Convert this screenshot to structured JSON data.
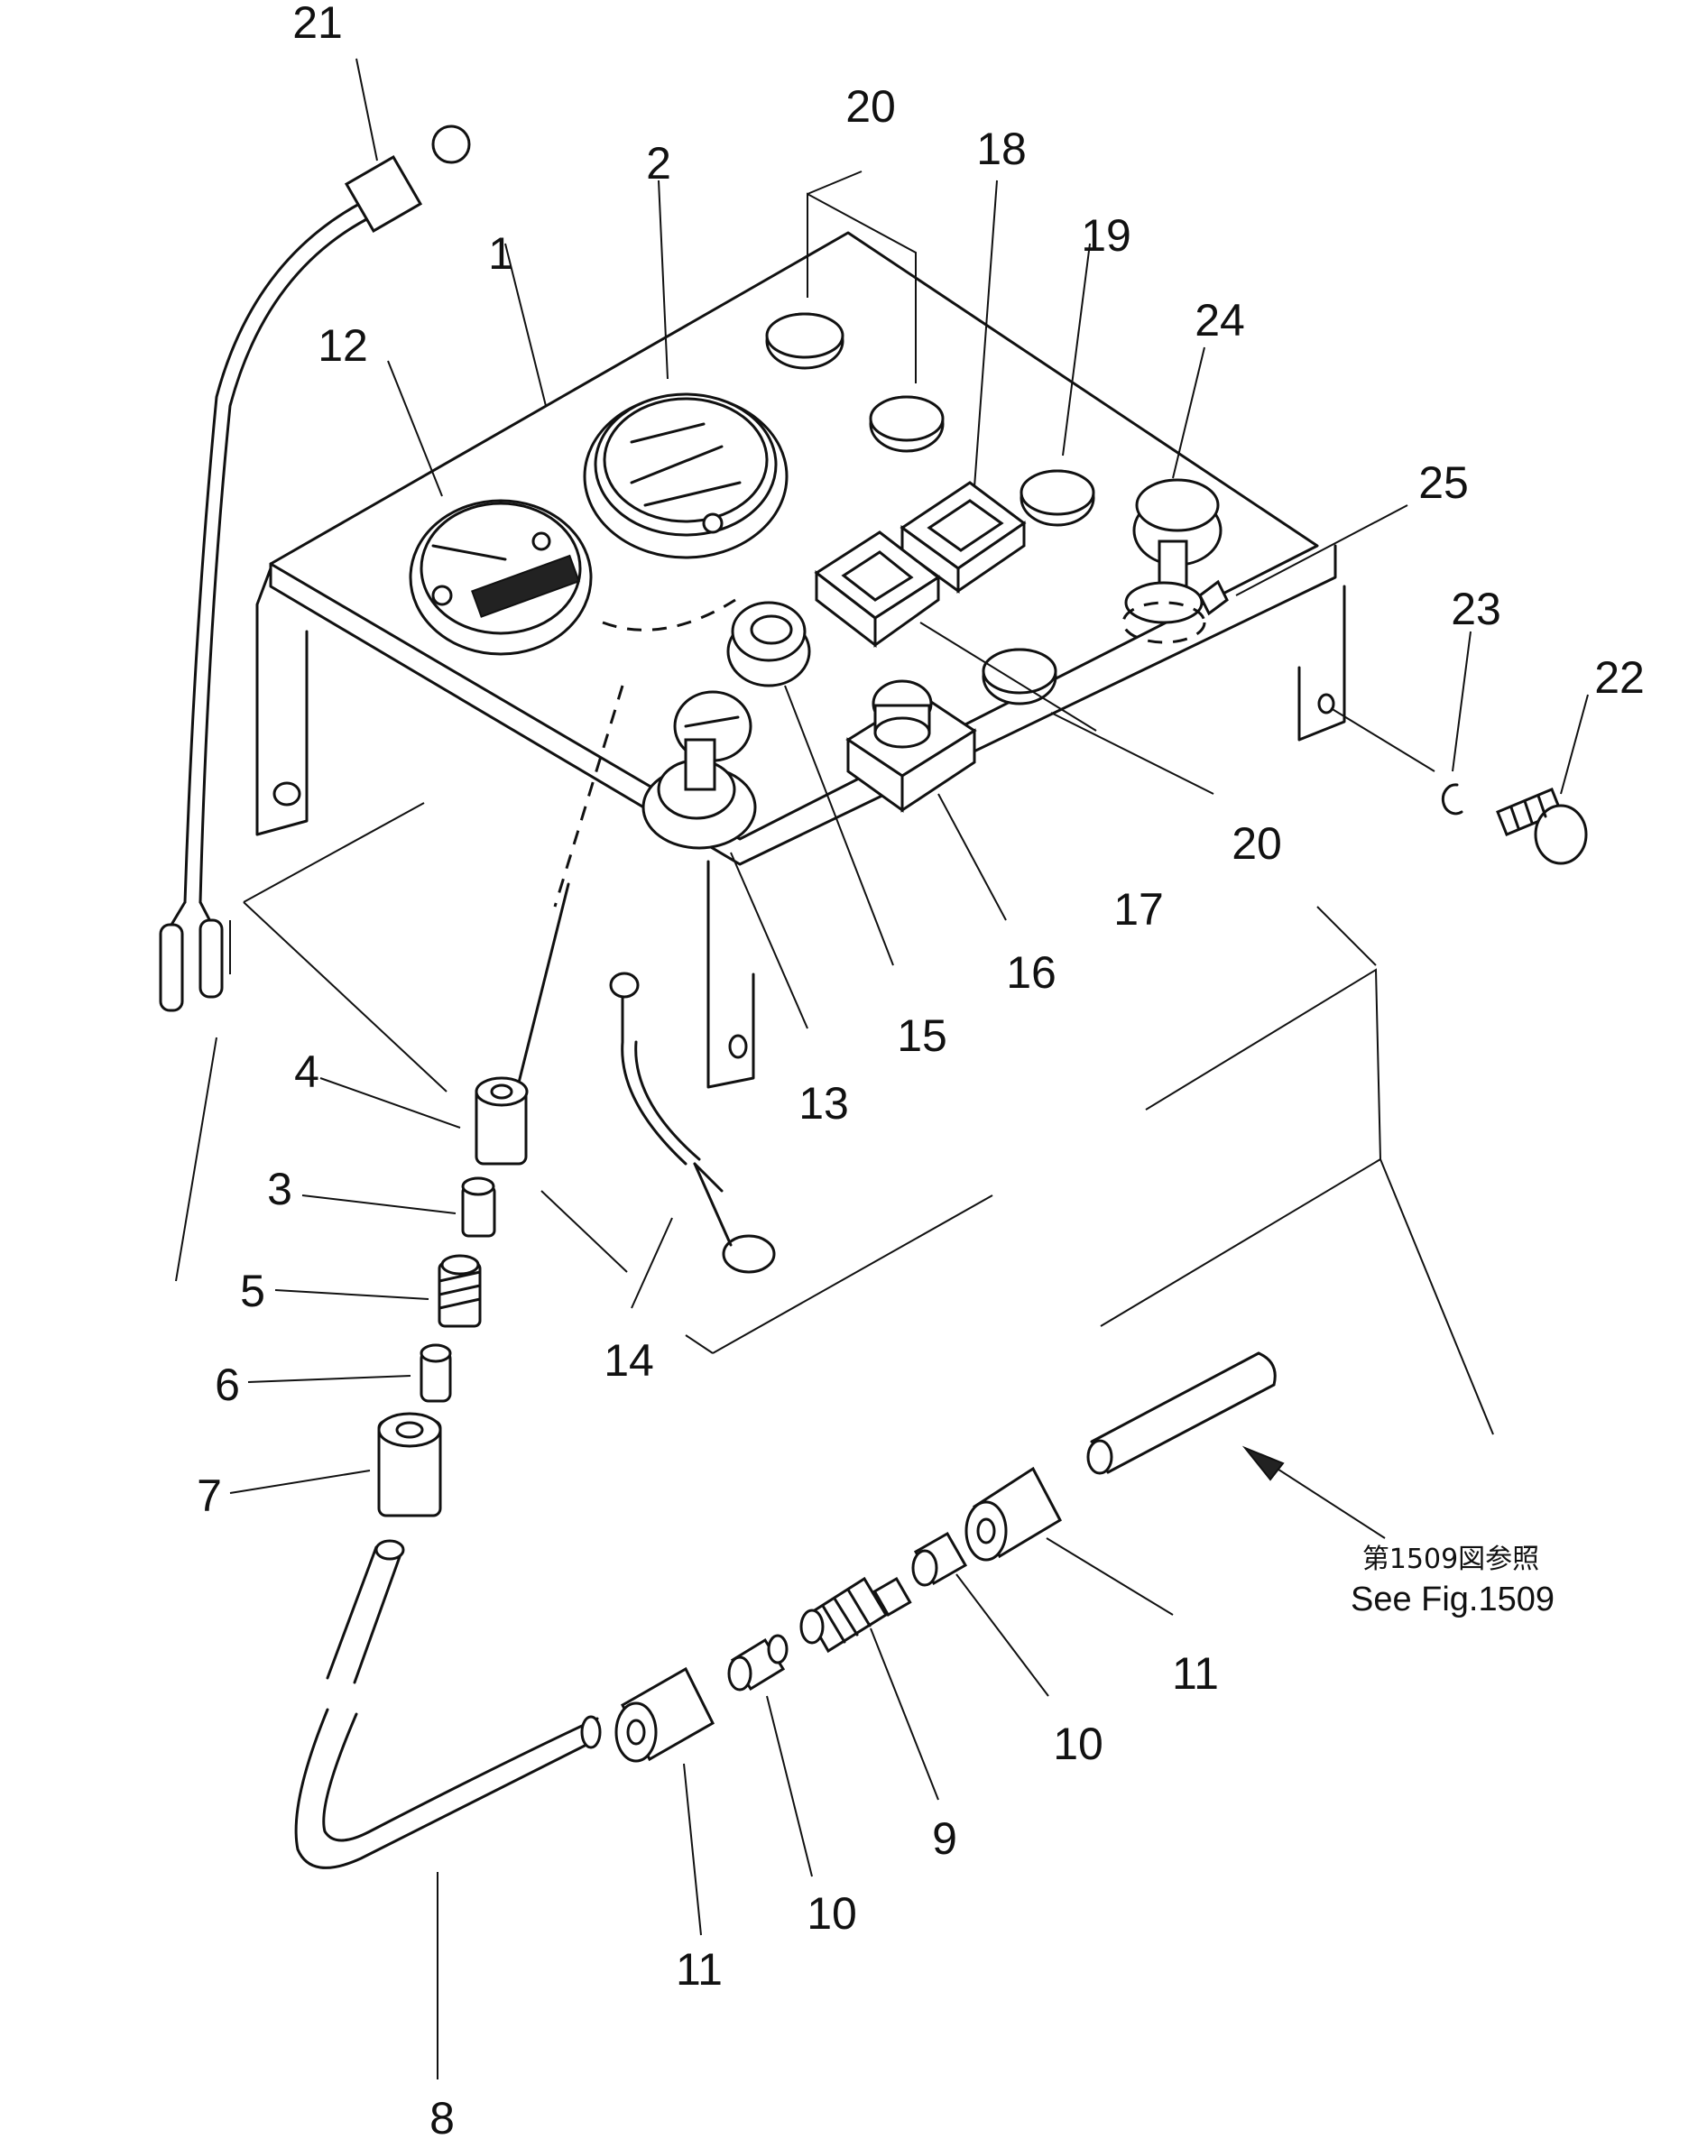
{
  "callouts": {
    "c1": "1",
    "c2": "2",
    "c3": "3",
    "c4": "4",
    "c5": "5",
    "c6": "6",
    "c7": "7",
    "c8": "8",
    "c9": "9",
    "c10a": "10",
    "c10b": "10",
    "c11a": "11",
    "c11b": "11",
    "c12": "12",
    "c13": "13",
    "c14": "14",
    "c15": "15",
    "c16": "16",
    "c17": "17",
    "c18": "18",
    "c19": "19",
    "c20a": "20",
    "c20b": "20",
    "c21": "21",
    "c22": "22",
    "c23": "23",
    "c24": "24",
    "c25": "25"
  },
  "reference": {
    "jp": "第1509図参照",
    "en": "See Fig.1509"
  }
}
